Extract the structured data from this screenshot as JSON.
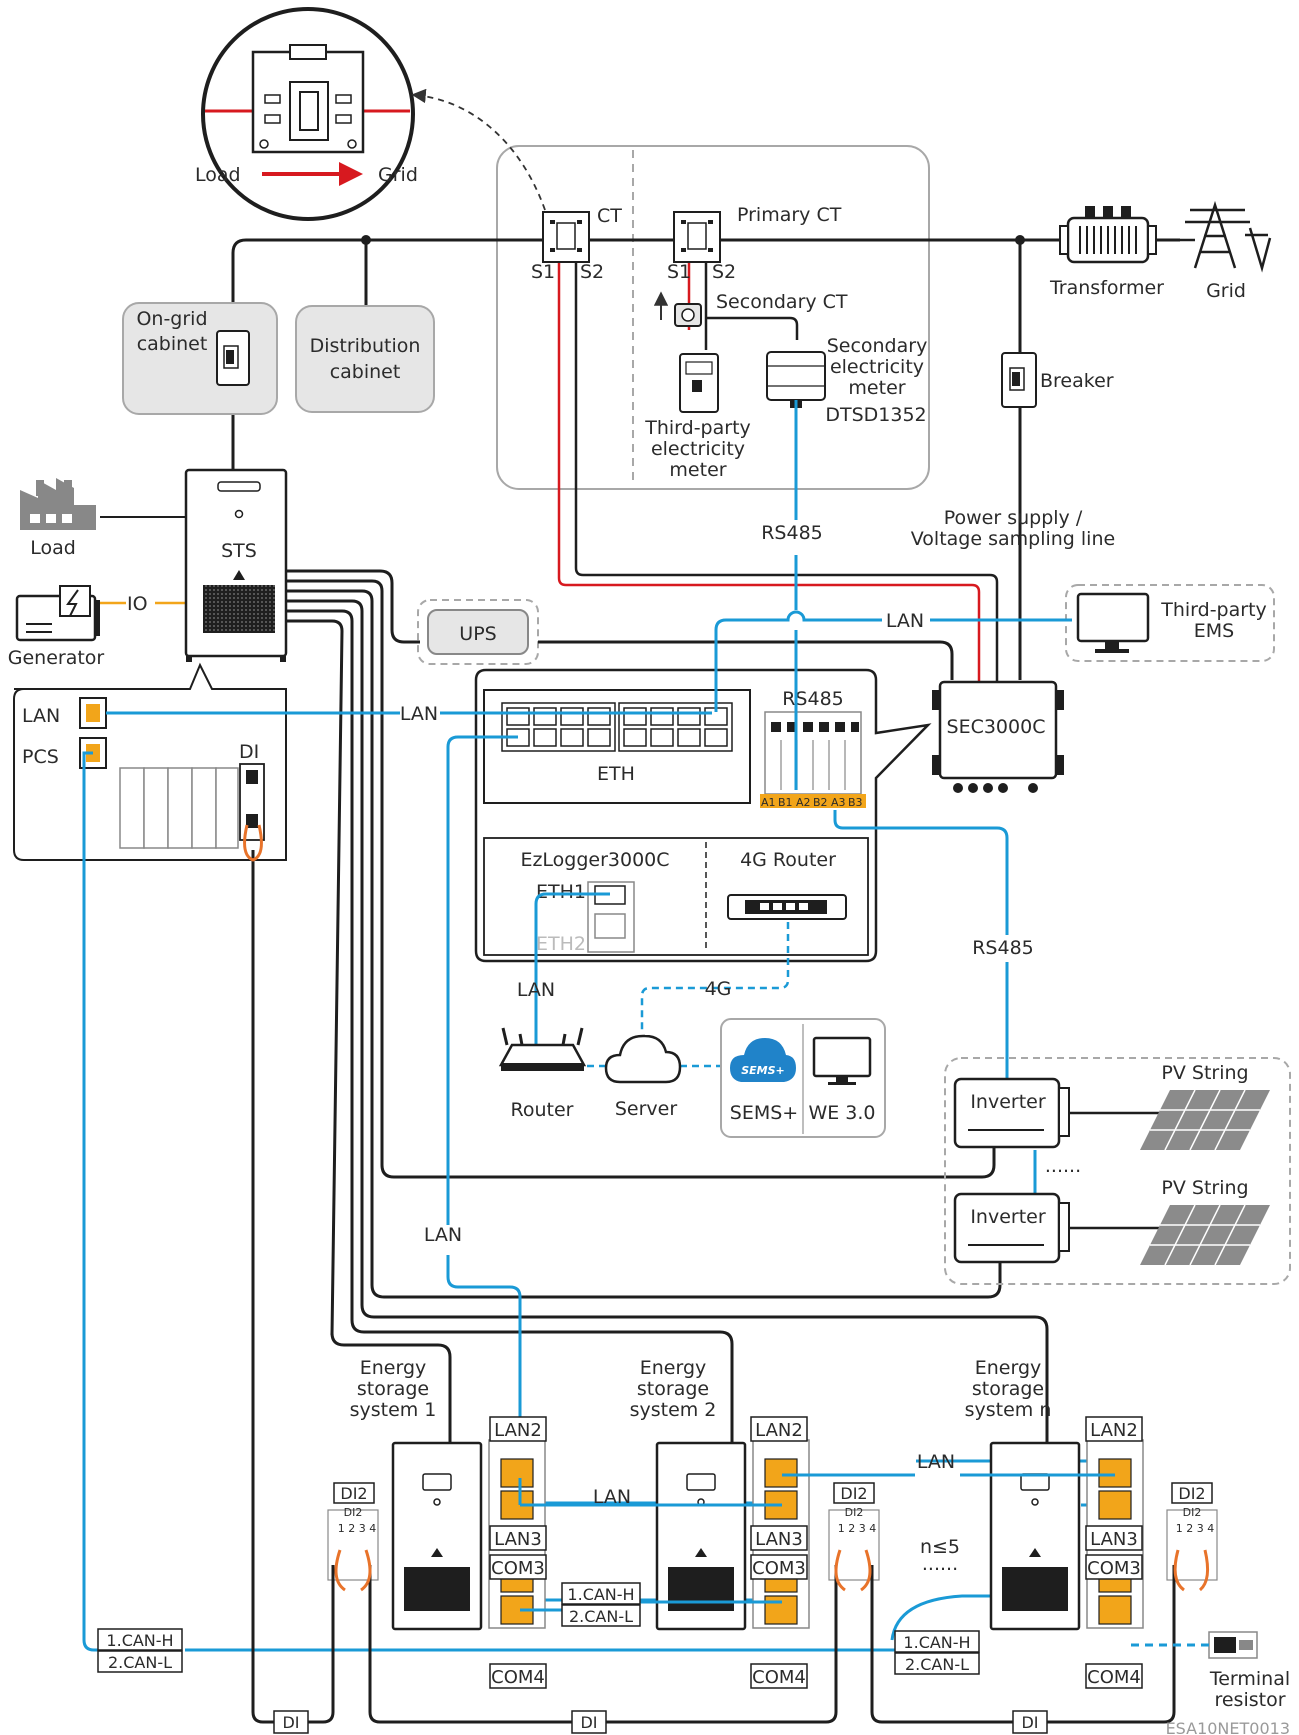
{
  "colors": {
    "lan_blue": "#1a9ad6",
    "power_black": "#1e1e1e",
    "ct_red": "#d7191f",
    "di_orange": "#e8732a",
    "io_yellow": "#f2a51a",
    "cabinet_fill": "#e6e6e6",
    "frame_gray": "#a8a8a8"
  },
  "ct_inset": {
    "load": "Load",
    "grid": "Grid"
  },
  "meter_area": {
    "ct": "CT",
    "primary_ct": "Primary CT",
    "s1": "S1",
    "s2": "S2",
    "s1b": "S1",
    "s2b": "S2",
    "secondary_ct": "Secondary CT",
    "secondary_meter": [
      "Secondary",
      "electricity",
      "meter",
      "DTSD1352"
    ],
    "third_party_meter": [
      "Third-party",
      "electricity",
      "meter"
    ]
  },
  "grid_side": {
    "transformer": "Transformer",
    "grid": "Grid",
    "breaker": "Breaker",
    "power_supply": [
      "Power supply /",
      "Voltage sampling line"
    ]
  },
  "cabinets": {
    "on_grid": [
      "On-grid",
      "cabinet"
    ],
    "distribution": [
      "Distribution",
      "cabinet"
    ]
  },
  "left_devices": {
    "load": "Load",
    "generator": "Generator",
    "io": "IO",
    "sts": "STS"
  },
  "sts_panel": {
    "lan": "LAN",
    "pcs": "PCS",
    "di": "DI"
  },
  "links": {
    "rs485_top": "RS485",
    "lan_ems": "LAN",
    "lan_sts": "LAN",
    "rs485_inv": "RS485",
    "lan_router": "LAN",
    "g4": "4G",
    "lan_vertical": "LAN",
    "lan_ess12": "LAN",
    "lan_top_n": "LAN"
  },
  "ups": "UPS",
  "third_party_ems": [
    "Third-party",
    "EMS"
  ],
  "sec3000c": "SEC3000C",
  "controller_box": {
    "eth": "ETH",
    "rs485": "RS485",
    "rs485_ports": [
      "A1",
      "B1",
      "A2",
      "B2",
      "A3",
      "B3"
    ],
    "ezlogger": "EzLogger3000C",
    "router_4g": "4G Router",
    "eth1": "ETH1",
    "eth2": "ETH2"
  },
  "network": {
    "router": "Router",
    "server": "Server",
    "sems_logo": "SEMS+",
    "sems": "SEMS+",
    "we": "WE 3.0"
  },
  "pv": {
    "inverter1": "Inverter",
    "inverter2": "Inverter",
    "pv1": "PV String",
    "pv2": "PV String",
    "dots": "......"
  },
  "ess": {
    "titles": [
      [
        "Energy",
        "storage",
        "system 1"
      ],
      [
        "Energy",
        "storage",
        "system 2"
      ],
      [
        "Energy",
        "storage",
        "system n"
      ]
    ],
    "lan2": "LAN2",
    "lan3": "LAN3",
    "com3": "COM3",
    "com4": "COM4",
    "di2": "DI2",
    "di2_small": "DI2",
    "di_pins": "1 2 3 4",
    "count": "n≤5",
    "count_dots": "......"
  },
  "can": {
    "h": "1.CAN-H",
    "l": "2.CAN-L"
  },
  "di_tags": {
    "t1": "DI",
    "t2": "DI",
    "t3": "DI"
  },
  "terminal_resistor": [
    "Terminal",
    "resistor"
  ],
  "code": "ESA10NET0013"
}
